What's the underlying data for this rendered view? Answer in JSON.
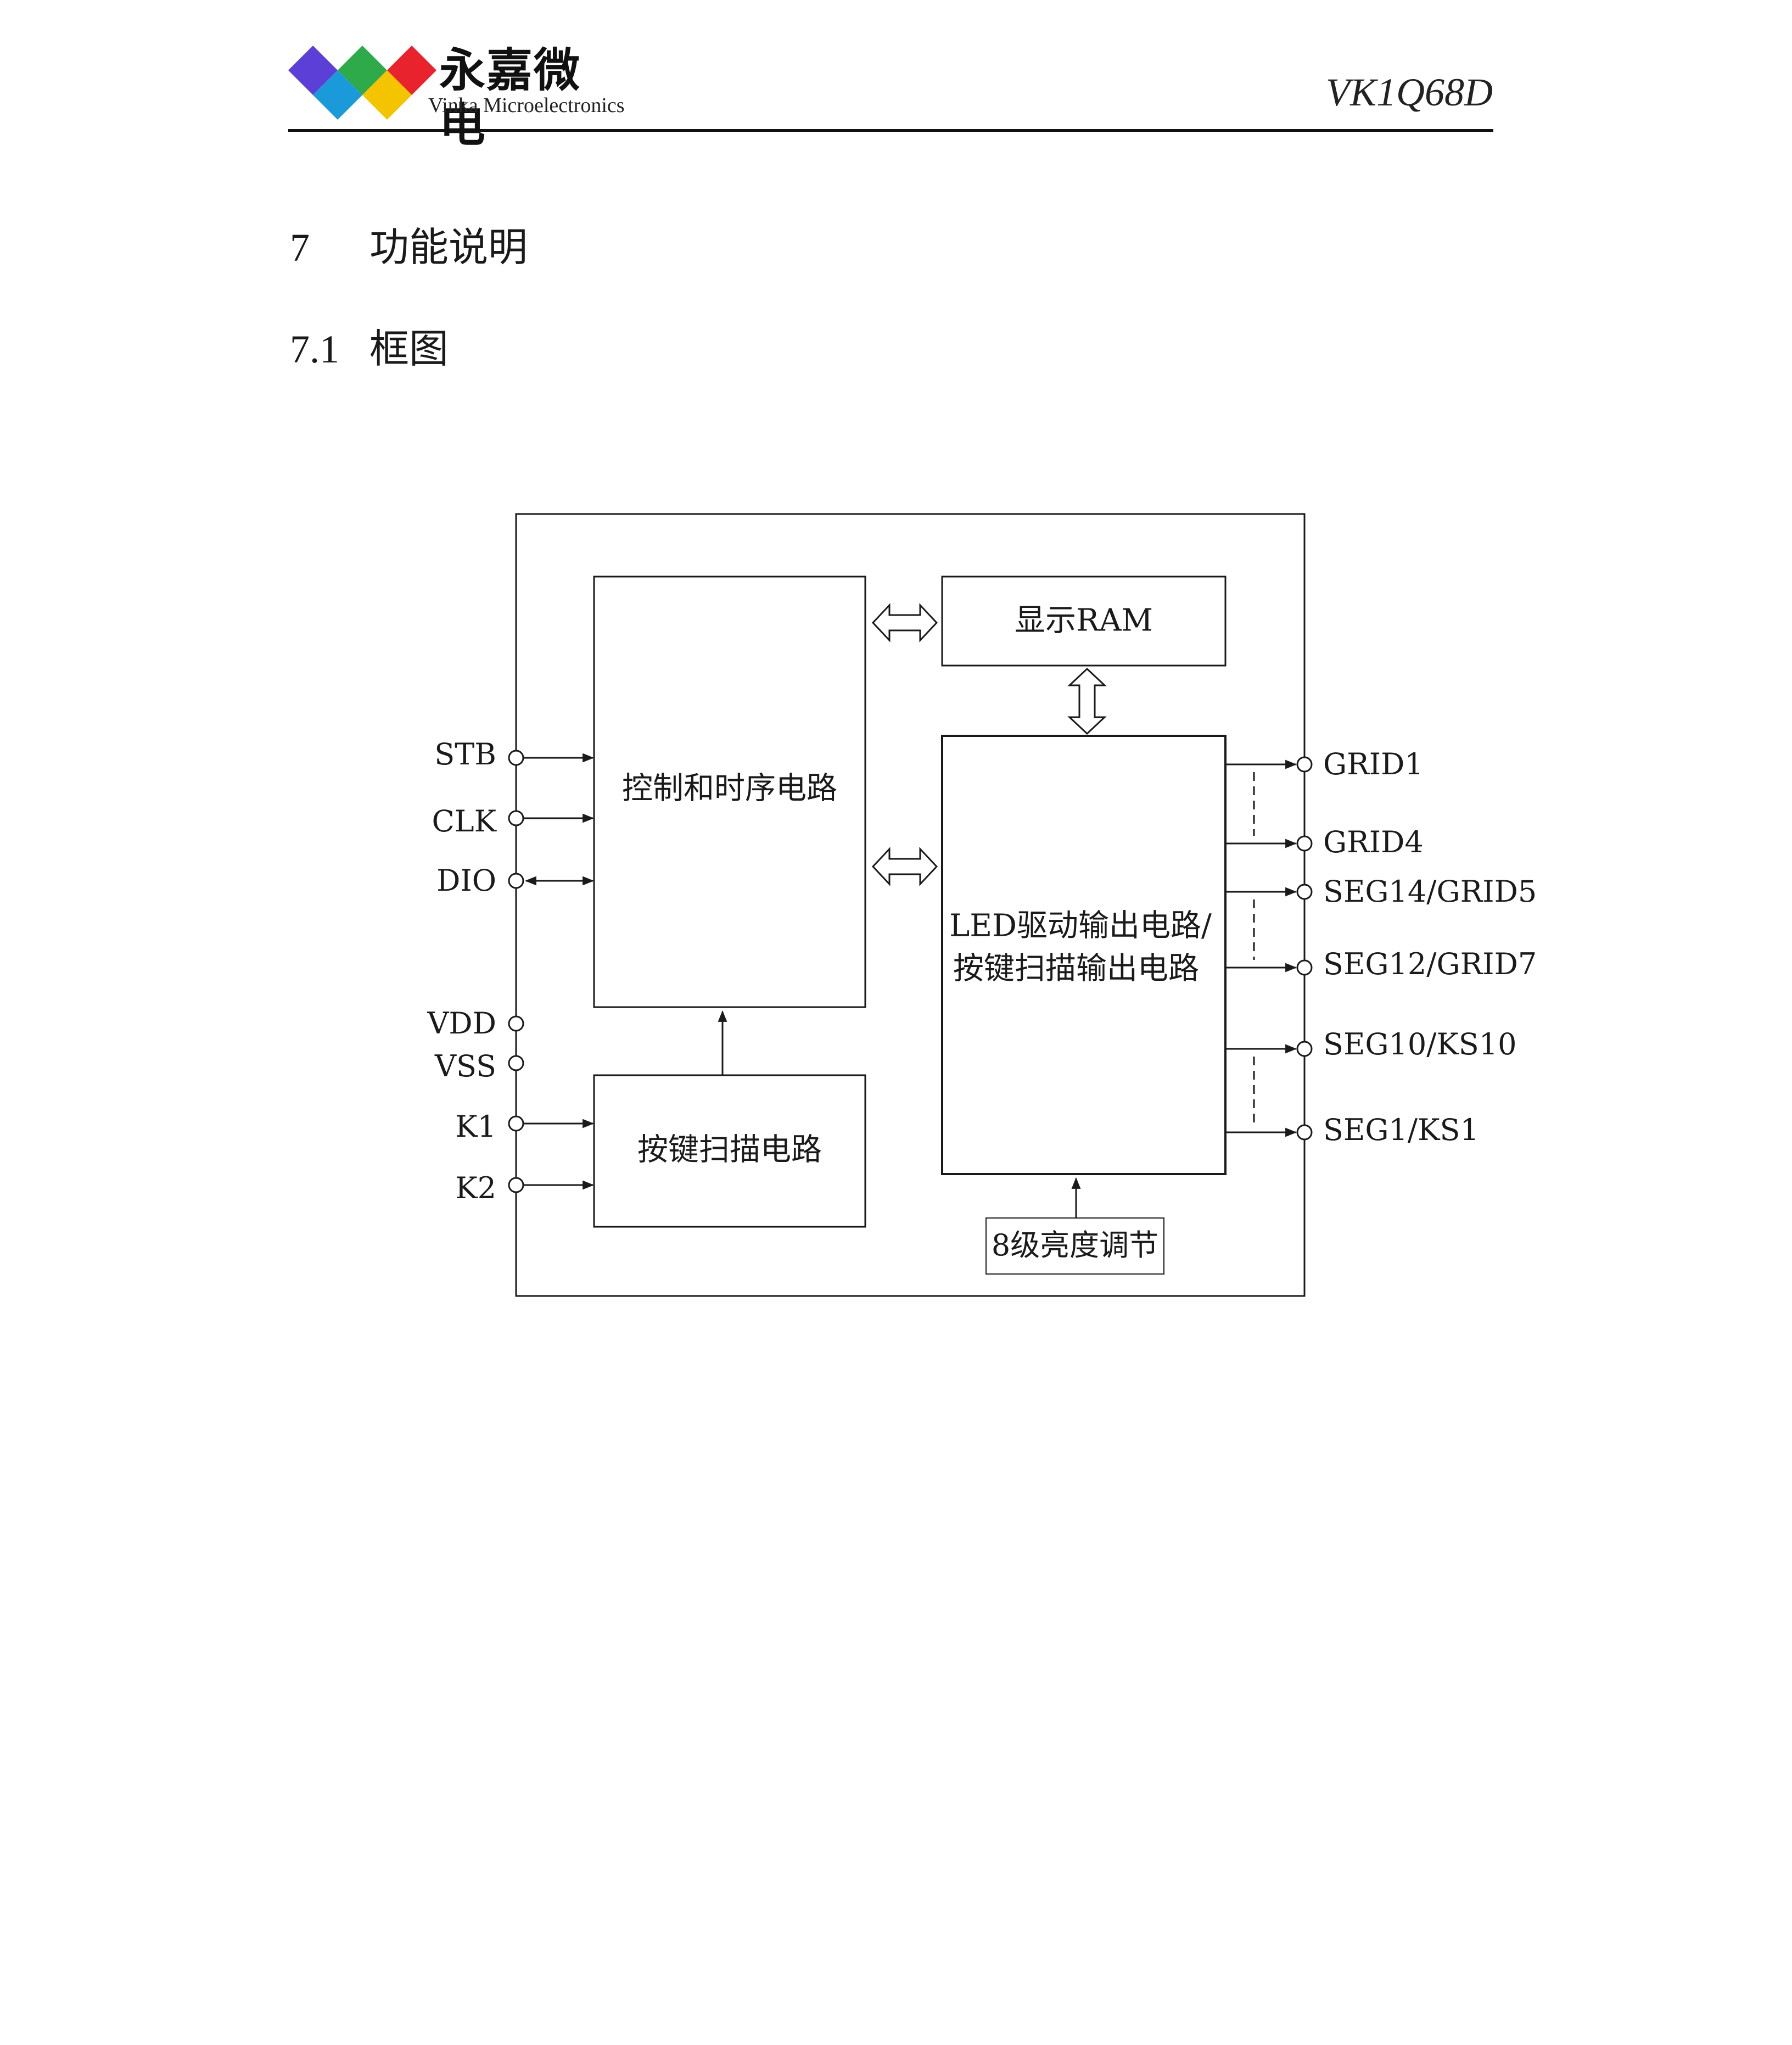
{
  "header": {
    "logo_cn": "永嘉微电",
    "logo_en": "Vinka Microelectronics",
    "logo_colors": [
      "#5b3fd6",
      "#2eaa4a",
      "#e8232e",
      "#1a9ad9",
      "#f5c400"
    ],
    "model": "VK1Q68D"
  },
  "section": {
    "number": "7",
    "title": "功能说明"
  },
  "subsection": {
    "number": "7.1",
    "title": "框图"
  },
  "diagram": {
    "blocks": {
      "control": "控制和时序电路",
      "ram": "显示RAM",
      "driver_line1": "LED驱动输出电路/",
      "driver_line2": "按键扫描输出电路",
      "keyscan": "按键扫描电路",
      "brightness": "8级亮度调节"
    },
    "left_pins": [
      "STB",
      "CLK",
      "DIO",
      "VDD",
      "VSS",
      "K1",
      "K2"
    ],
    "right_pins": [
      "GRID1",
      "GRID4",
      "SEG14/GRID5",
      "SEG12/GRID7",
      "SEG10/KS10",
      "SEG1/KS1"
    ]
  }
}
